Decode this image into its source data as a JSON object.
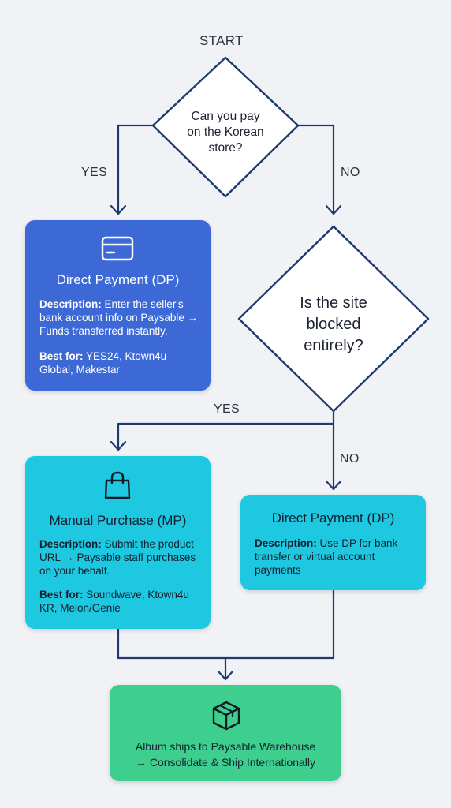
{
  "start_label": "START",
  "decision1": {
    "line1": "Can you pay",
    "line2": "on the Korean",
    "line3": "store?"
  },
  "decision1_yes": "YES",
  "decision1_no": "NO",
  "decision2": {
    "line1": "Is the site",
    "line2": "blocked",
    "line3": "entirely?"
  },
  "decision2_yes": "YES",
  "decision2_no": "NO",
  "direct_payment_box": {
    "icon": "credit-card-icon",
    "title": "Direct Payment (DP)",
    "description_label": "Description:",
    "description_text": " Enter the seller's bank account info on Paysable → Funds transferred instantly.",
    "best_for_label": "Best for:",
    "best_for_text": " YES24, Ktown4u Global, Makestar"
  },
  "manual_purchase_box": {
    "icon": "shopping-bag-icon",
    "title": "Manual Purchase (MP)",
    "description_label": "Description:",
    "description_text": " Submit the product URL → Paysable staff purchases on your behalf.",
    "best_for_label": "Best for:",
    "best_for_text": " Soundwave, Ktown4u KR, Melon/Genie"
  },
  "direct_payment_box_2": {
    "title": "Direct Payment (DP)",
    "description_label": "Description:",
    "description_text": " Use DP for bank transfer or virtual account payments"
  },
  "end_box": {
    "icon": "package-box-icon",
    "line1": "Album ships to Paysable Warehouse",
    "line2": "→ Consolidate & Ship Internationally"
  },
  "colors": {
    "direct_payment_blue": "#3d69d6",
    "manual_purchase_cyan": "#1ec8e0",
    "end_green": "#3ecf8e",
    "connector_navy": "#1f3a6e"
  }
}
